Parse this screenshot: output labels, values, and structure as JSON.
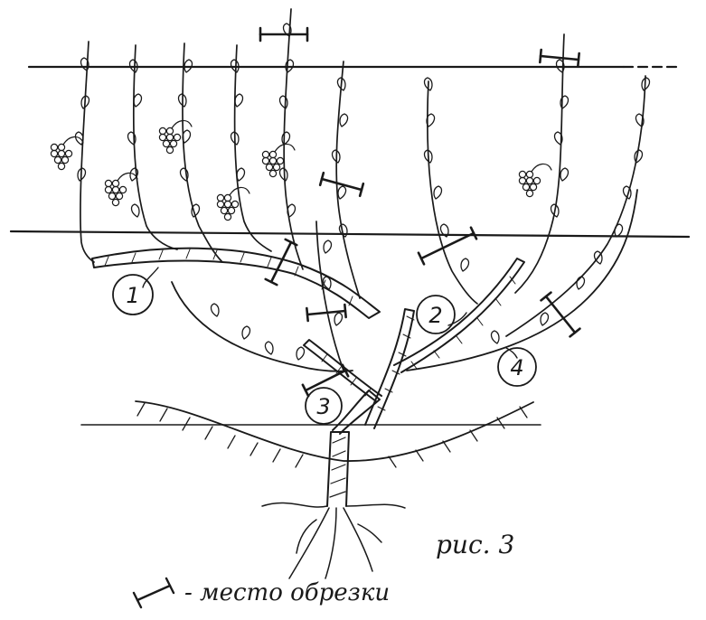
{
  "figure": {
    "caption": "рис. 3",
    "legend_text": "- место обрезки"
  },
  "labels": {
    "arm_1": "1",
    "arm_2": "2",
    "arm_3": "3",
    "arm_4": "4"
  },
  "colors": {
    "ink": "#1a1a1a",
    "background": "#ffffff"
  },
  "icons": {
    "cut_marker": "cut-mark-icon",
    "leaf": "leaf-icon",
    "grape_cluster": "grape-cluster-icon"
  }
}
